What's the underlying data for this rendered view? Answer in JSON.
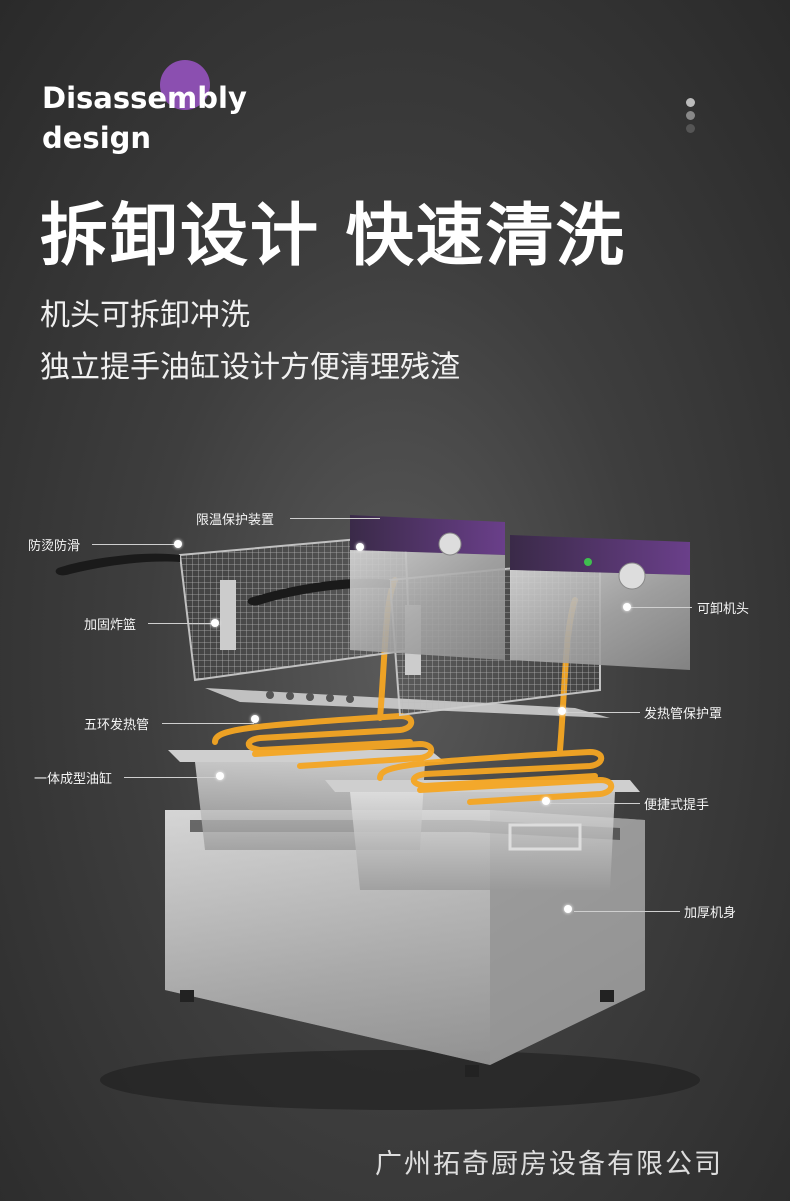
{
  "header": {
    "en_line1": "Disassembly",
    "en_line2": "design",
    "headline": "拆卸设计 快速清洗",
    "sub1": "机头可拆卸冲洗",
    "sub2": "独立提手油缸设计方便清理残渣"
  },
  "labels": {
    "anti_scald": "防烫防滑",
    "temp_protect": "限温保护装置",
    "basket": "加固炸篮",
    "removable_head": "可卸机头",
    "heating_tube": "五环发热管",
    "tube_guard": "发热管保护罩",
    "oil_tank": "一体成型油缸",
    "handle": "便捷式提手",
    "body": "加厚机身"
  },
  "footer": {
    "company": "广州拓奇厨房设备有限公司"
  },
  "colors": {
    "accent": "#8b4fb0",
    "heating": "#f5a623"
  }
}
